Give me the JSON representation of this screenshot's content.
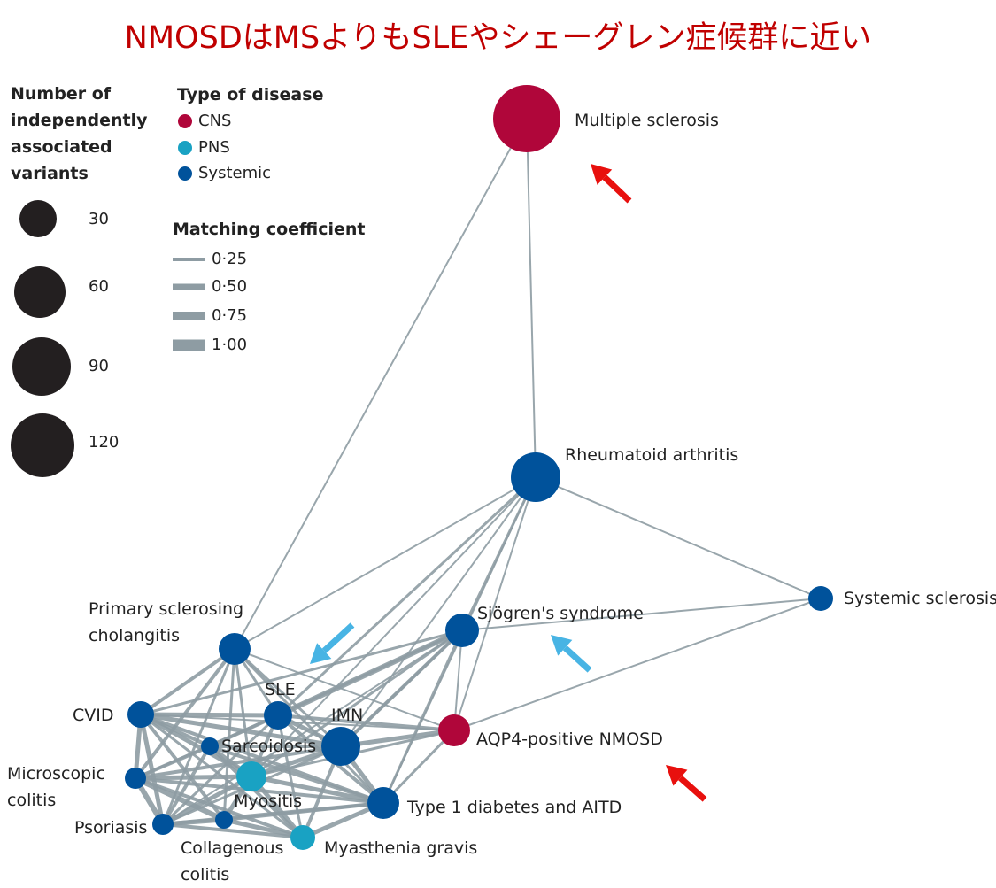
{
  "title": "NMOSDはMSよりもSLEやシェーグレン症候群に近い",
  "legend": {
    "size_title": "Number of independently associated variants",
    "size_values": [
      "30",
      "60",
      "90",
      "120"
    ],
    "type_title": "Type of disease",
    "types": [
      {
        "label": "CNS",
        "color": "#b0063a"
      },
      {
        "label": "PNS",
        "color": "#19a2c3"
      },
      {
        "label": "Systemic",
        "color": "#00529b"
      }
    ],
    "coef_title": "Matching coefficient",
    "coefs": [
      "0·25",
      "0·50",
      "0·75",
      "1·00"
    ]
  },
  "nodes": [
    {
      "id": "ms",
      "label": "Multiple sclerosis",
      "type": "CNS"
    },
    {
      "id": "ra",
      "label": "Rheumatoid arthritis",
      "type": "Systemic"
    },
    {
      "id": "ssc",
      "label": "Systemic sclerosis",
      "type": "Systemic"
    },
    {
      "id": "sjo",
      "label": "Sjögren's syndrome",
      "type": "Systemic"
    },
    {
      "id": "psc",
      "label": "Primary sclerosing\ncholangitis",
      "type": "Systemic"
    },
    {
      "id": "sle",
      "label": "SLE",
      "type": "Systemic"
    },
    {
      "id": "imn",
      "label": "IMN",
      "type": "Systemic"
    },
    {
      "id": "nmosd",
      "label": "AQP4-positive NMOSD",
      "type": "CNS"
    },
    {
      "id": "cvid",
      "label": "CVID",
      "type": "Systemic"
    },
    {
      "id": "sarc",
      "label": "Sarcoidosis",
      "type": "Systemic"
    },
    {
      "id": "mcol",
      "label": "Microscopic\ncolitis",
      "type": "Systemic"
    },
    {
      "id": "myo",
      "label": "Myositis",
      "type": "PNS"
    },
    {
      "id": "t1d",
      "label": "Type 1 diabetes and AITD",
      "type": "Systemic"
    },
    {
      "id": "pso",
      "label": "Psoriasis",
      "type": "Systemic"
    },
    {
      "id": "ccol",
      "label": "Collagenous\ncolitis",
      "type": "Systemic"
    },
    {
      "id": "mg",
      "label": "Myasthenia gravis",
      "type": "PNS"
    }
  ],
  "colors": {
    "edge": "#8e9ca3",
    "arrow_red": "#e8100e",
    "arrow_blue": "#48b4e4",
    "title": "#c00000"
  }
}
